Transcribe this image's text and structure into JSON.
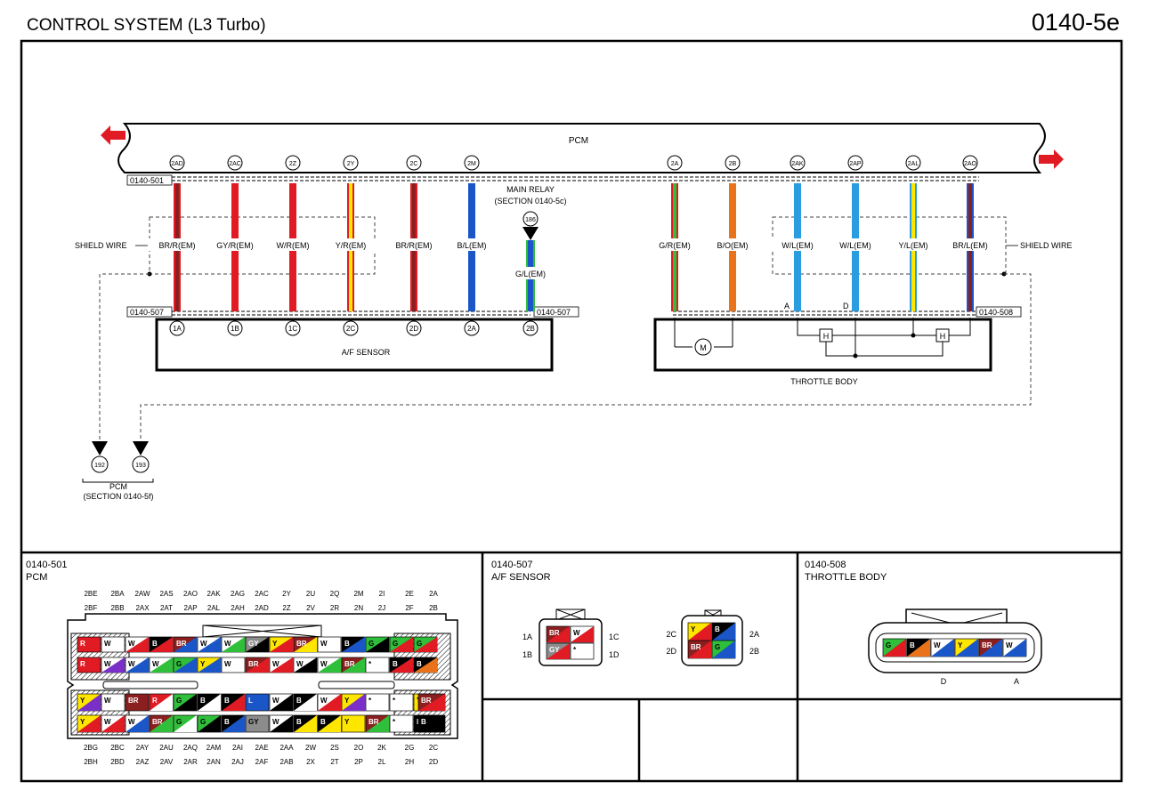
{
  "header": {
    "title": "CONTROL SYSTEM (L3 Turbo)",
    "page_code": "0140-5e"
  },
  "pcm_bar": {
    "label": "PCM"
  },
  "colors": {
    "red": "#e01b24",
    "white": "#ffffff",
    "black": "#000000",
    "blue": "#1a56c8",
    "light_blue": "#2a9de0",
    "green": "#2fbf3a",
    "yellow": "#ffe600",
    "orange": "#e8731a",
    "brown": "#8b1f1f",
    "gray": "#8c8c8c",
    "violet": "#7a30c8",
    "arrow": "#e01b24"
  },
  "connectors": {
    "top_pcm": "0140-501",
    "af_sensor": "0140-507",
    "af_sensor_right": "0140-507",
    "throttle": "0140-508"
  },
  "main_relay": {
    "line1": "MAIN RELAY",
    "line2": "(SECTION 0140-5c)",
    "ref": "186"
  },
  "shield_left": "SHIELD WIRE",
  "shield_right": "SHIELD WIRE",
  "pcm_ref": {
    "ref1": "192",
    "ref2": "193",
    "line1": "PCM",
    "line2": "(SECTION 0140-5f)"
  },
  "wires_left": [
    {
      "pin_top": "2AD",
      "label": "BR/R(EM)",
      "pin_bottom": "1A"
    },
    {
      "pin_top": "2AC",
      "label": "GY/R(EM)",
      "pin_bottom": "1B"
    },
    {
      "pin_top": "2Z",
      "label": "W/R(EM)",
      "pin_bottom": "1C"
    },
    {
      "pin_top": "2Y",
      "label": "Y/R(EM)",
      "pin_bottom": "2C"
    },
    {
      "pin_top": "2C",
      "label": "BR/R(EM)",
      "pin_bottom": "2D"
    },
    {
      "pin_top": "2M",
      "label": "B/L(EM)",
      "pin_bottom": "2A"
    }
  ],
  "relay_wire": {
    "label": "G/L(EM)",
    "pin_bottom": "2B"
  },
  "af_sensor_label": "A/F SENSOR",
  "wires_right": [
    {
      "pin_top": "2A",
      "label": "G/R(EM)"
    },
    {
      "pin_top": "2B",
      "label": "B/O(EM)"
    },
    {
      "pin_top": "2AK",
      "label": "W/L(EM)"
    },
    {
      "pin_top": "2AP",
      "label": "W/L(EM)"
    },
    {
      "pin_top": "2AL",
      "label": "Y/L(EM)"
    },
    {
      "pin_top": "2AO",
      "label": "BR/L(EM)"
    }
  ],
  "throttle": {
    "label": "THROTTLE BODY",
    "pin_a": "A",
    "pin_d": "D",
    "motor": "M",
    "h1": "H",
    "h2": "H"
  },
  "panel_pcm": {
    "code": "0140-501",
    "name": "PCM",
    "top_row1": [
      "2BE",
      "2BA",
      "2AW",
      "2AS",
      "2AO",
      "2AK",
      "2AG",
      "2AC",
      "2Y",
      "2U",
      "2Q",
      "2M",
      "2I",
      "2E",
      "2A"
    ],
    "top_row2": [
      "2BF",
      "2BB",
      "2AX",
      "2AT",
      "2AP",
      "2AL",
      "2AH",
      "2AD",
      "2Z",
      "2V",
      "2R",
      "2N",
      "2J",
      "2F",
      "2B"
    ],
    "bottom_row1": [
      "2BG",
      "2BC",
      "2AY",
      "2AU",
      "2AQ",
      "2AM",
      "2AI",
      "2AE",
      "2AA",
      "2W",
      "2S",
      "2O",
      "2K",
      "2G",
      "2C"
    ],
    "bottom_row2": [
      "2BH",
      "2BD",
      "2AZ",
      "2AV",
      "2AR",
      "2AN",
      "2AJ",
      "2AF",
      "2AB",
      "2X",
      "2T",
      "2P",
      "2L",
      "2H",
      "2D"
    ]
  },
  "panel_af": {
    "code": "0140-507",
    "name": "A/F SENSOR",
    "left": {
      "p1A": "1A",
      "p1B": "1B",
      "p1C": "1C",
      "p1D": "1D"
    },
    "right": {
      "p2C": "2C",
      "p2D": "2D",
      "p2A": "2A",
      "p2B": "2B"
    }
  },
  "panel_tb": {
    "code": "0140-508",
    "name": "THROTTLE BODY",
    "pin_d": "D",
    "pin_a": "A"
  }
}
